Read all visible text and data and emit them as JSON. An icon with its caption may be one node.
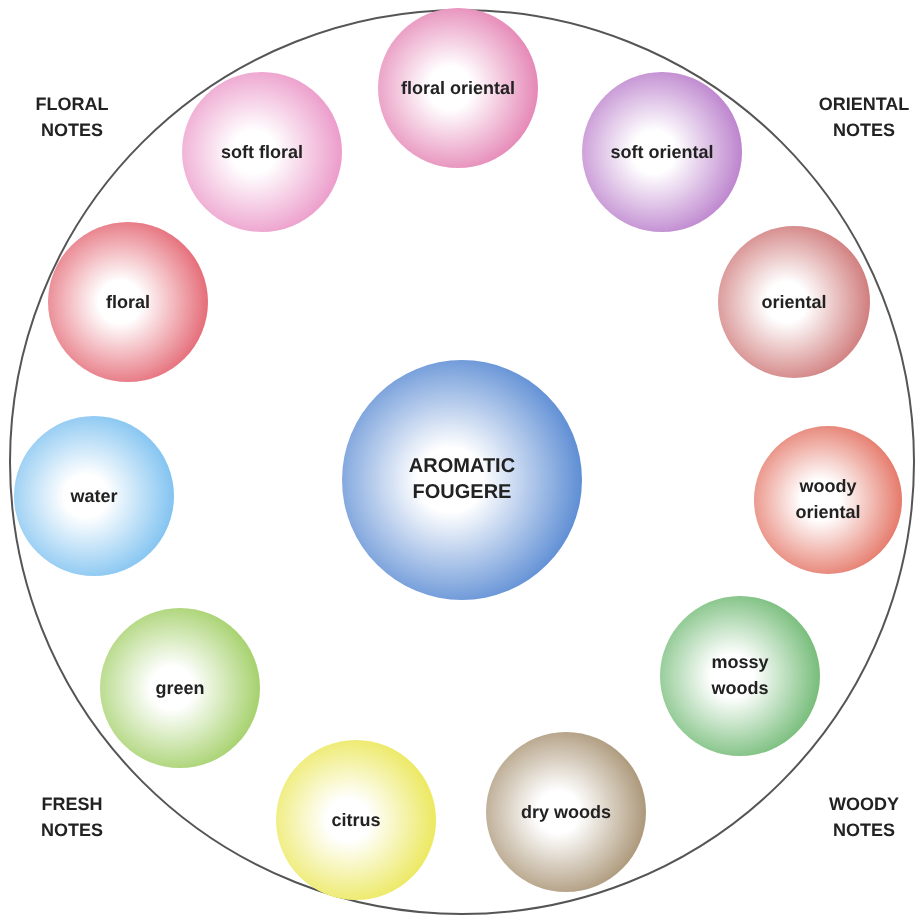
{
  "diagram": {
    "nodes": [
      {
        "text": [
          "floral oriental"
        ]
      },
      {
        "text": [
          "soft oriental"
        ]
      },
      {
        "text": [
          "oriental"
        ]
      },
      {
        "text": [
          "woody oriental"
        ]
      },
      {
        "text": [
          "mossy woods"
        ]
      },
      {
        "text": [
          "dry woods"
        ]
      },
      {
        "text": [
          "citrus"
        ]
      },
      {
        "text": [
          "green"
        ]
      },
      {
        "text": [
          "water"
        ]
      },
      {
        "text": [
          "floral"
        ]
      },
      {
        "text": [
          "soft floral"
        ]
      },
      {
        "text": [
          "AROMATIC FOUGERE"
        ]
      }
    ],
    "edges": [],
    "labels": [
      "FLORAL NOTES",
      "ORIENTAL NOTES",
      "FRESH NOTES",
      "WOODY NOTES"
    ]
  }
}
